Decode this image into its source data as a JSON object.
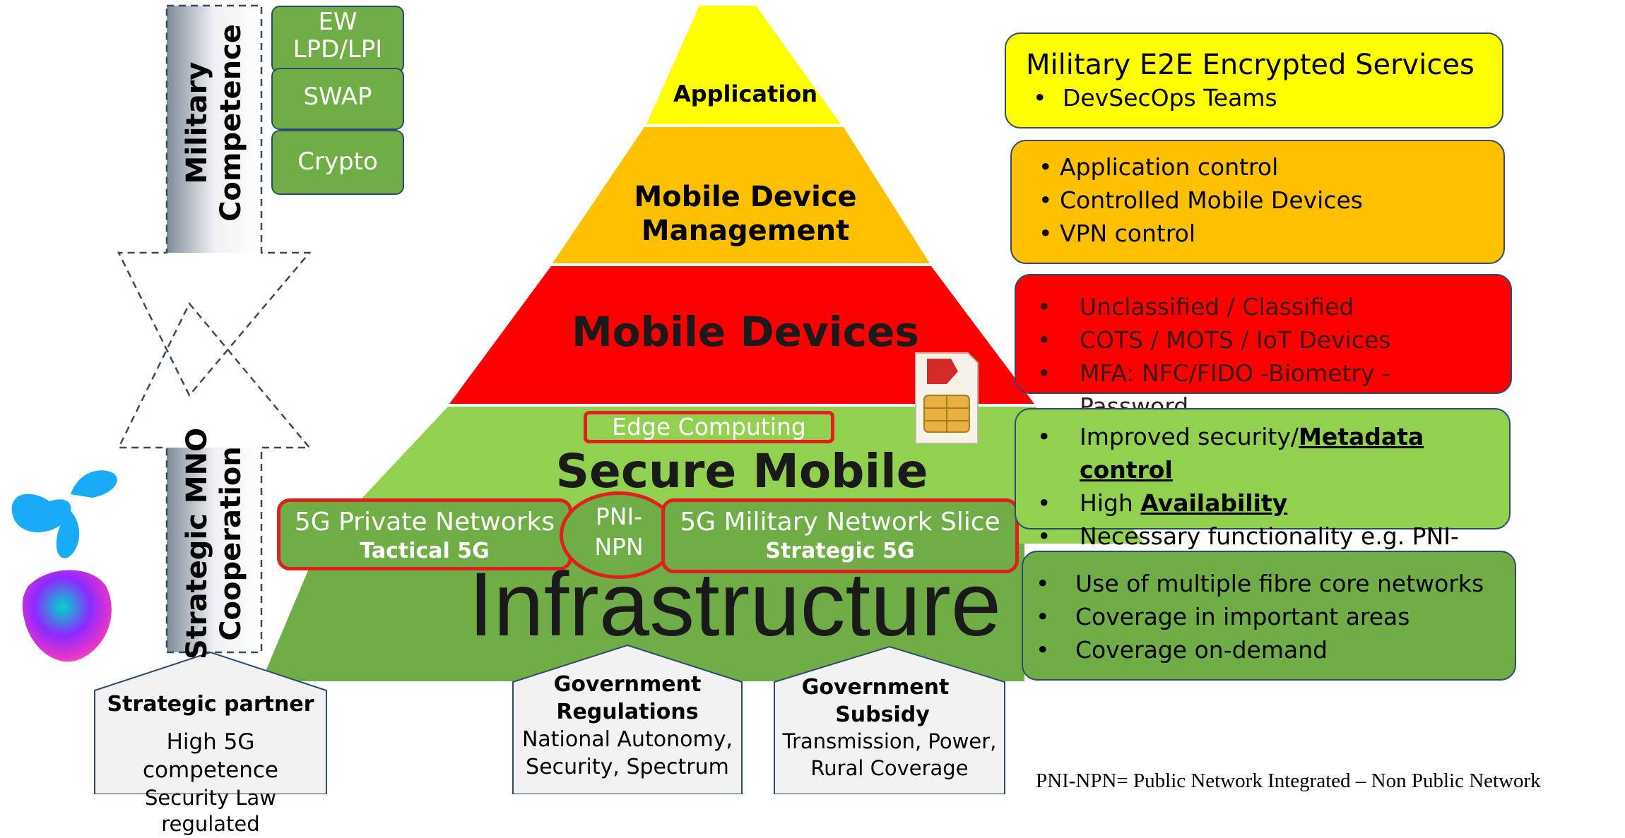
{
  "pyramid": {
    "application": "Application",
    "mdm_line1": "Mobile Device",
    "mdm_line2": "Management",
    "mobile_devices": "Mobile Devices",
    "edge_computing": "Edge Computing",
    "secure_core": "Secure Mobile Core",
    "infrastructure": "Infrastructure",
    "private_networks_title": "5G Private Networks",
    "private_networks_sub": "Tactical 5G",
    "pni_line1": "PNI-",
    "pni_line2": "NPN",
    "slice_title": "5G Military Network Slice",
    "slice_sub": "Strategic 5G",
    "colors": {
      "application": "#ffff00",
      "mdm": "#ffc000",
      "devices": "#ff0000",
      "core": "#92d050",
      "infra": "#70ad47"
    }
  },
  "right_boxes": {
    "application": {
      "title": "Military E2E Encrypted Services",
      "items": [
        "DevSecOps Teams"
      ]
    },
    "mdm": {
      "items": [
        "Application control",
        "Controlled Mobile Devices",
        "VPN control"
      ]
    },
    "devices": {
      "items": [
        "Unclassified / Classified",
        "COTS / MOTS / IoT  Devices",
        "MFA: NFC/FIDO -Biometry - Password"
      ]
    },
    "core": {
      "item1_prefix": "Improved security/",
      "item1_emph": "Metadata control",
      "item2_prefix": "High ",
      "item2_emph": "Availability",
      "item3": "Necessary functionality e.g. PNI-NPN"
    },
    "infra": {
      "items": [
        "Use of multiple fibre core networks",
        "Coverage in important areas",
        "Coverage on-demand"
      ]
    }
  },
  "left_arrows": {
    "military_line1": "Military",
    "military_line2": "Competence",
    "mno_line1": "Strategic MNO",
    "mno_line2": "Cooperation",
    "tabs": [
      "EW",
      "LPD/LPI",
      "SWAP",
      "Crypto"
    ]
  },
  "houses": {
    "partner": {
      "title": "Strategic partner",
      "lines": [
        "High 5G competence",
        "Security Law regulated"
      ]
    },
    "regulations": {
      "title_line1": "Government",
      "title_line2": "Regulations",
      "lines": [
        "National Autonomy,",
        "Security, Spectrum"
      ]
    },
    "subsidy": {
      "title_line1": "Government",
      "title_line2": "Subsidy",
      "lines": [
        "Transmission, Power,",
        "Rural Coverage"
      ]
    }
  },
  "footnote": "PNI-NPN= Public Network Integrated – Non Public Network",
  "icons": [
    "telenor-logo-icon",
    "telia-logo-icon",
    "sim-card-icon"
  ]
}
